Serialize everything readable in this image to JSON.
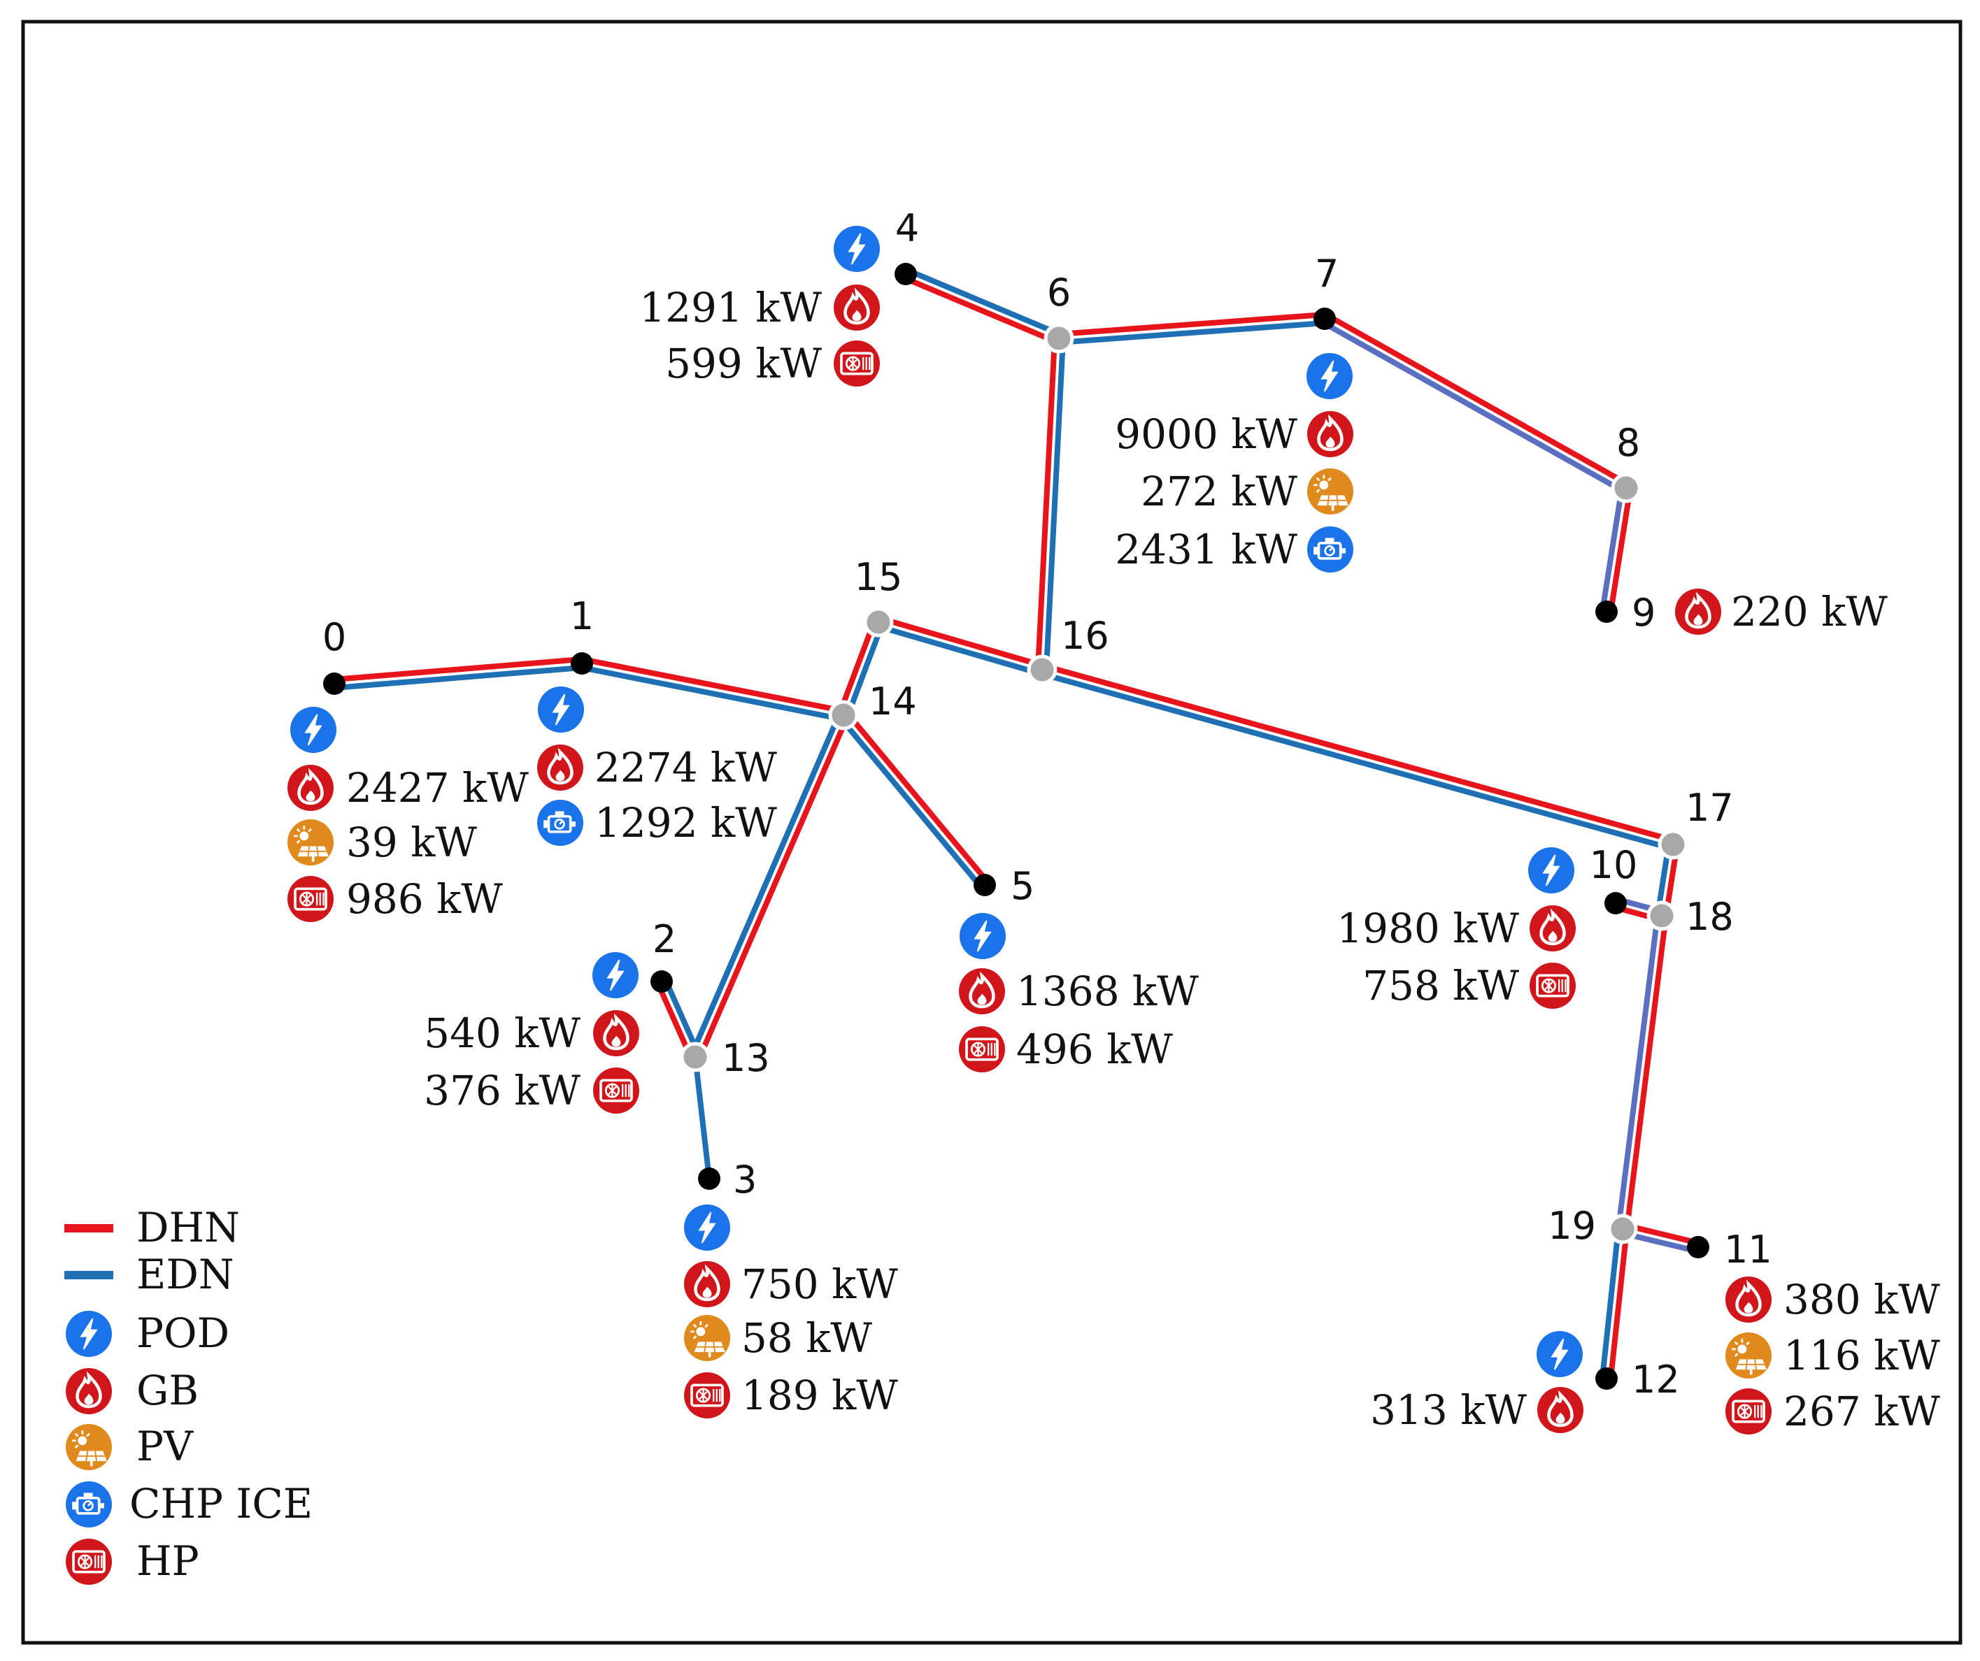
{
  "legend": {
    "dhn": "DHN",
    "edn": "EDN",
    "pod": "POD",
    "gb": "GB",
    "pv": "PV",
    "chp": "CHP ICE",
    "hp": "HP"
  },
  "colors": {
    "dhn": "#e8141c",
    "edn": "#1f6fb4",
    "mixed": "#5a6fc0",
    "pod": "#1a73e8",
    "gb": "#d0161a",
    "pv": "#e08a1e",
    "chp": "#1a73e8",
    "hp": "#d0161a",
    "junction": "#a8a8a8",
    "terminal": "#000000"
  },
  "nodes": [
    {
      "id": "0",
      "type": "terminal"
    },
    {
      "id": "1",
      "type": "terminal"
    },
    {
      "id": "2",
      "type": "terminal"
    },
    {
      "id": "3",
      "type": "terminal"
    },
    {
      "id": "4",
      "type": "terminal"
    },
    {
      "id": "5",
      "type": "terminal"
    },
    {
      "id": "6",
      "type": "junction"
    },
    {
      "id": "7",
      "type": "terminal"
    },
    {
      "id": "8",
      "type": "junction"
    },
    {
      "id": "9",
      "type": "terminal"
    },
    {
      "id": "10",
      "type": "terminal"
    },
    {
      "id": "11",
      "type": "terminal"
    },
    {
      "id": "12",
      "type": "terminal"
    },
    {
      "id": "13",
      "type": "junction"
    },
    {
      "id": "14",
      "type": "junction"
    },
    {
      "id": "15",
      "type": "junction"
    },
    {
      "id": "16",
      "type": "junction"
    },
    {
      "id": "17",
      "type": "junction"
    },
    {
      "id": "18",
      "type": "junction"
    },
    {
      "id": "19",
      "type": "junction"
    }
  ],
  "edges": [
    {
      "from": "0",
      "to": "1",
      "style": "double"
    },
    {
      "from": "1",
      "to": "14",
      "style": "double"
    },
    {
      "from": "14",
      "to": "5",
      "style": "double"
    },
    {
      "from": "14",
      "to": "15",
      "style": "double"
    },
    {
      "from": "14",
      "to": "13",
      "style": "double"
    },
    {
      "from": "13",
      "to": "2",
      "style": "double"
    },
    {
      "from": "13",
      "to": "3",
      "style": "edn"
    },
    {
      "from": "15",
      "to": "16",
      "style": "double"
    },
    {
      "from": "16",
      "to": "6",
      "style": "double"
    },
    {
      "from": "6",
      "to": "4",
      "style": "double"
    },
    {
      "from": "6",
      "to": "7",
      "style": "double"
    },
    {
      "from": "7",
      "to": "8",
      "style": "mixed"
    },
    {
      "from": "8",
      "to": "9",
      "style": "mixed"
    },
    {
      "from": "16",
      "to": "17",
      "style": "double"
    },
    {
      "from": "17",
      "to": "18",
      "style": "double"
    },
    {
      "from": "18",
      "to": "10",
      "style": "mixed"
    },
    {
      "from": "18",
      "to": "19",
      "style": "mixed"
    },
    {
      "from": "19",
      "to": "11",
      "style": "mixed"
    },
    {
      "from": "19",
      "to": "12",
      "style": "double"
    }
  ],
  "pods": [
    "0",
    "1",
    "2",
    "3",
    "4",
    "5",
    "7",
    "10",
    "12"
  ],
  "capacities": [
    {
      "node": "0",
      "type": "gb",
      "value": "2427 kW"
    },
    {
      "node": "0",
      "type": "pv",
      "value": "39 kW"
    },
    {
      "node": "0",
      "type": "hp",
      "value": "986 kW"
    },
    {
      "node": "1",
      "type": "gb",
      "value": "2274 kW"
    },
    {
      "node": "1",
      "type": "chp",
      "value": "1292 kW"
    },
    {
      "node": "2",
      "type": "gb",
      "value": "540 kW"
    },
    {
      "node": "2",
      "type": "hp",
      "value": "376 kW"
    },
    {
      "node": "3",
      "type": "gb",
      "value": "750 kW"
    },
    {
      "node": "3",
      "type": "pv",
      "value": "58 kW"
    },
    {
      "node": "3",
      "type": "hp",
      "value": "189 kW"
    },
    {
      "node": "4",
      "type": "gb",
      "value": "1291 kW"
    },
    {
      "node": "4",
      "type": "hp",
      "value": "599 kW"
    },
    {
      "node": "5",
      "type": "gb",
      "value": "1368 kW"
    },
    {
      "node": "5",
      "type": "hp",
      "value": "496 kW"
    },
    {
      "node": "7",
      "type": "gb",
      "value": "9000 kW"
    },
    {
      "node": "7",
      "type": "pv",
      "value": "272 kW"
    },
    {
      "node": "7",
      "type": "chp",
      "value": "2431 kW"
    },
    {
      "node": "9",
      "type": "gb",
      "value": "220 kW"
    },
    {
      "node": "10",
      "type": "gb",
      "value": "1980 kW"
    },
    {
      "node": "10",
      "type": "hp",
      "value": "758 kW"
    },
    {
      "node": "11",
      "type": "gb",
      "value": "380 kW"
    },
    {
      "node": "11",
      "type": "pv",
      "value": "116 kW"
    },
    {
      "node": "11",
      "type": "hp",
      "value": "267 kW"
    },
    {
      "node": "12",
      "type": "gb",
      "value": "313 kW"
    }
  ]
}
